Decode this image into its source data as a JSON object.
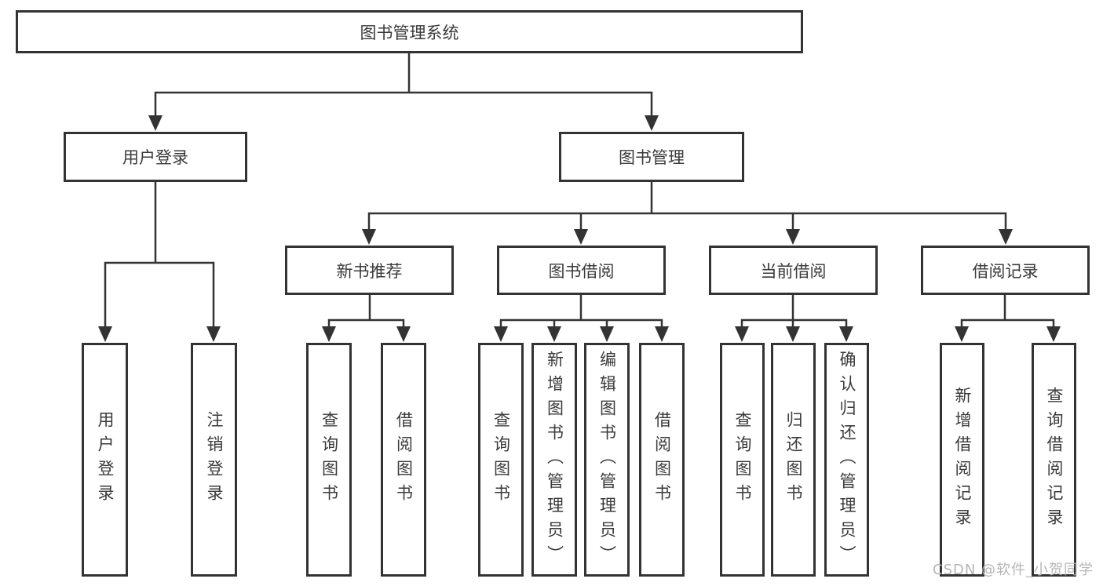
{
  "diagram": {
    "root": {
      "label": "图书管理系统"
    },
    "level2": [
      {
        "label": "用户登录"
      },
      {
        "label": "图书管理"
      }
    ],
    "level3": [
      {
        "label": "新书推荐"
      },
      {
        "label": "图书借阅"
      },
      {
        "label": "当前借阅"
      },
      {
        "label": "借阅记录"
      }
    ],
    "leaves": {
      "user_login": [
        "用户登录",
        "注销登录"
      ],
      "new_book_recommend": [
        "查询图书",
        "借阅图书"
      ],
      "book_borrow": [
        "查询图书",
        "新增图书（管理员）",
        "编辑图书（管理员）",
        "借阅图书"
      ],
      "current_borrow": [
        "查询图书",
        "归还图书",
        "确认归还（管理员）"
      ],
      "borrow_record": [
        "新增借阅记录",
        "查询借阅记录"
      ]
    },
    "watermark": "CSDN @软件_小贺同学",
    "colors": {
      "line": "#333333",
      "text": "#3a3a3a",
      "watermark": "#b6b6b6",
      "background": "#ffffff"
    }
  }
}
